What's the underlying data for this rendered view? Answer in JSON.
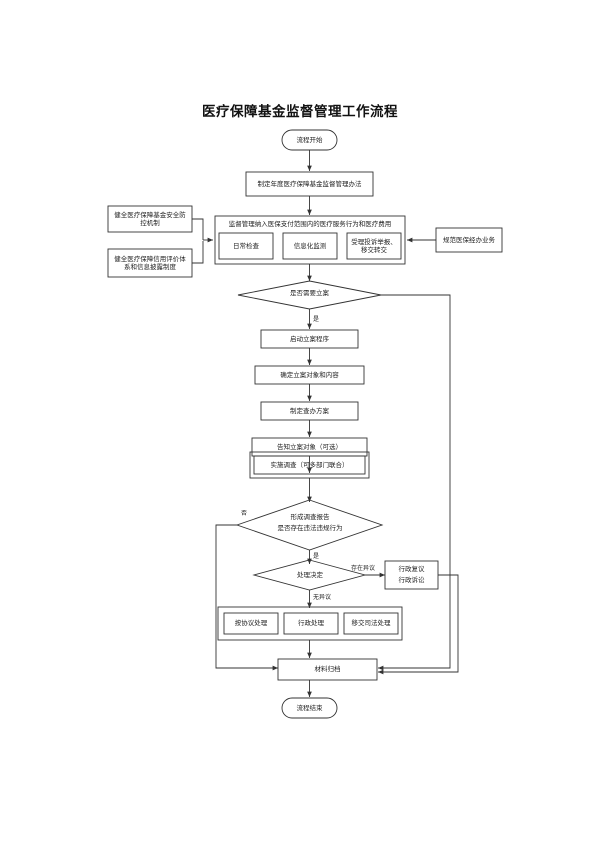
{
  "title": "医疗保障基金监督管理工作流程",
  "nodes": {
    "start": "流程开始",
    "policy": "制定年度医疗保障基金监督管理办法",
    "supervise_header": "监督管理纳入医保支付范围内的医疗服务行为和医疗费用",
    "supervise_sub1": "日常检查",
    "supervise_sub2": "信息化监测",
    "supervise_sub3": "受理投诉举报、移交转交",
    "left_box1": "健全医疗保障基金安全防控机制",
    "left_box2": "健全医疗保障信用评价体系和信息披露制度",
    "right_box1": "规范医保经办业务",
    "decision_filing": "是否需要立案",
    "start_filing": "启动立案程序",
    "define_target": "确定立案对象和内容",
    "make_plan": "制定查办方案",
    "notify_target": "告知立案对象（可选）",
    "investigate": "实施调查（可多部门联合）",
    "decision_violation_line1": "形成调查报告",
    "decision_violation_line2": "是否存在违法违规行为",
    "decision_handle": "处理决定",
    "appeal_line1": "行政复议",
    "appeal_line2": "行政诉讼",
    "handle1": "按协议处理",
    "handle2": "行政处理",
    "handle3": "移交司法处理",
    "archive": "材料归档",
    "end": "流程结束"
  },
  "edge_labels": {
    "filing_yes": "是",
    "violation_no": "否",
    "violation_yes": "是",
    "has_dispute": "存在异议",
    "no_dispute": "无异议"
  },
  "colors": {
    "stroke": "#333333",
    "text": "#222222",
    "background": "#ffffff"
  }
}
